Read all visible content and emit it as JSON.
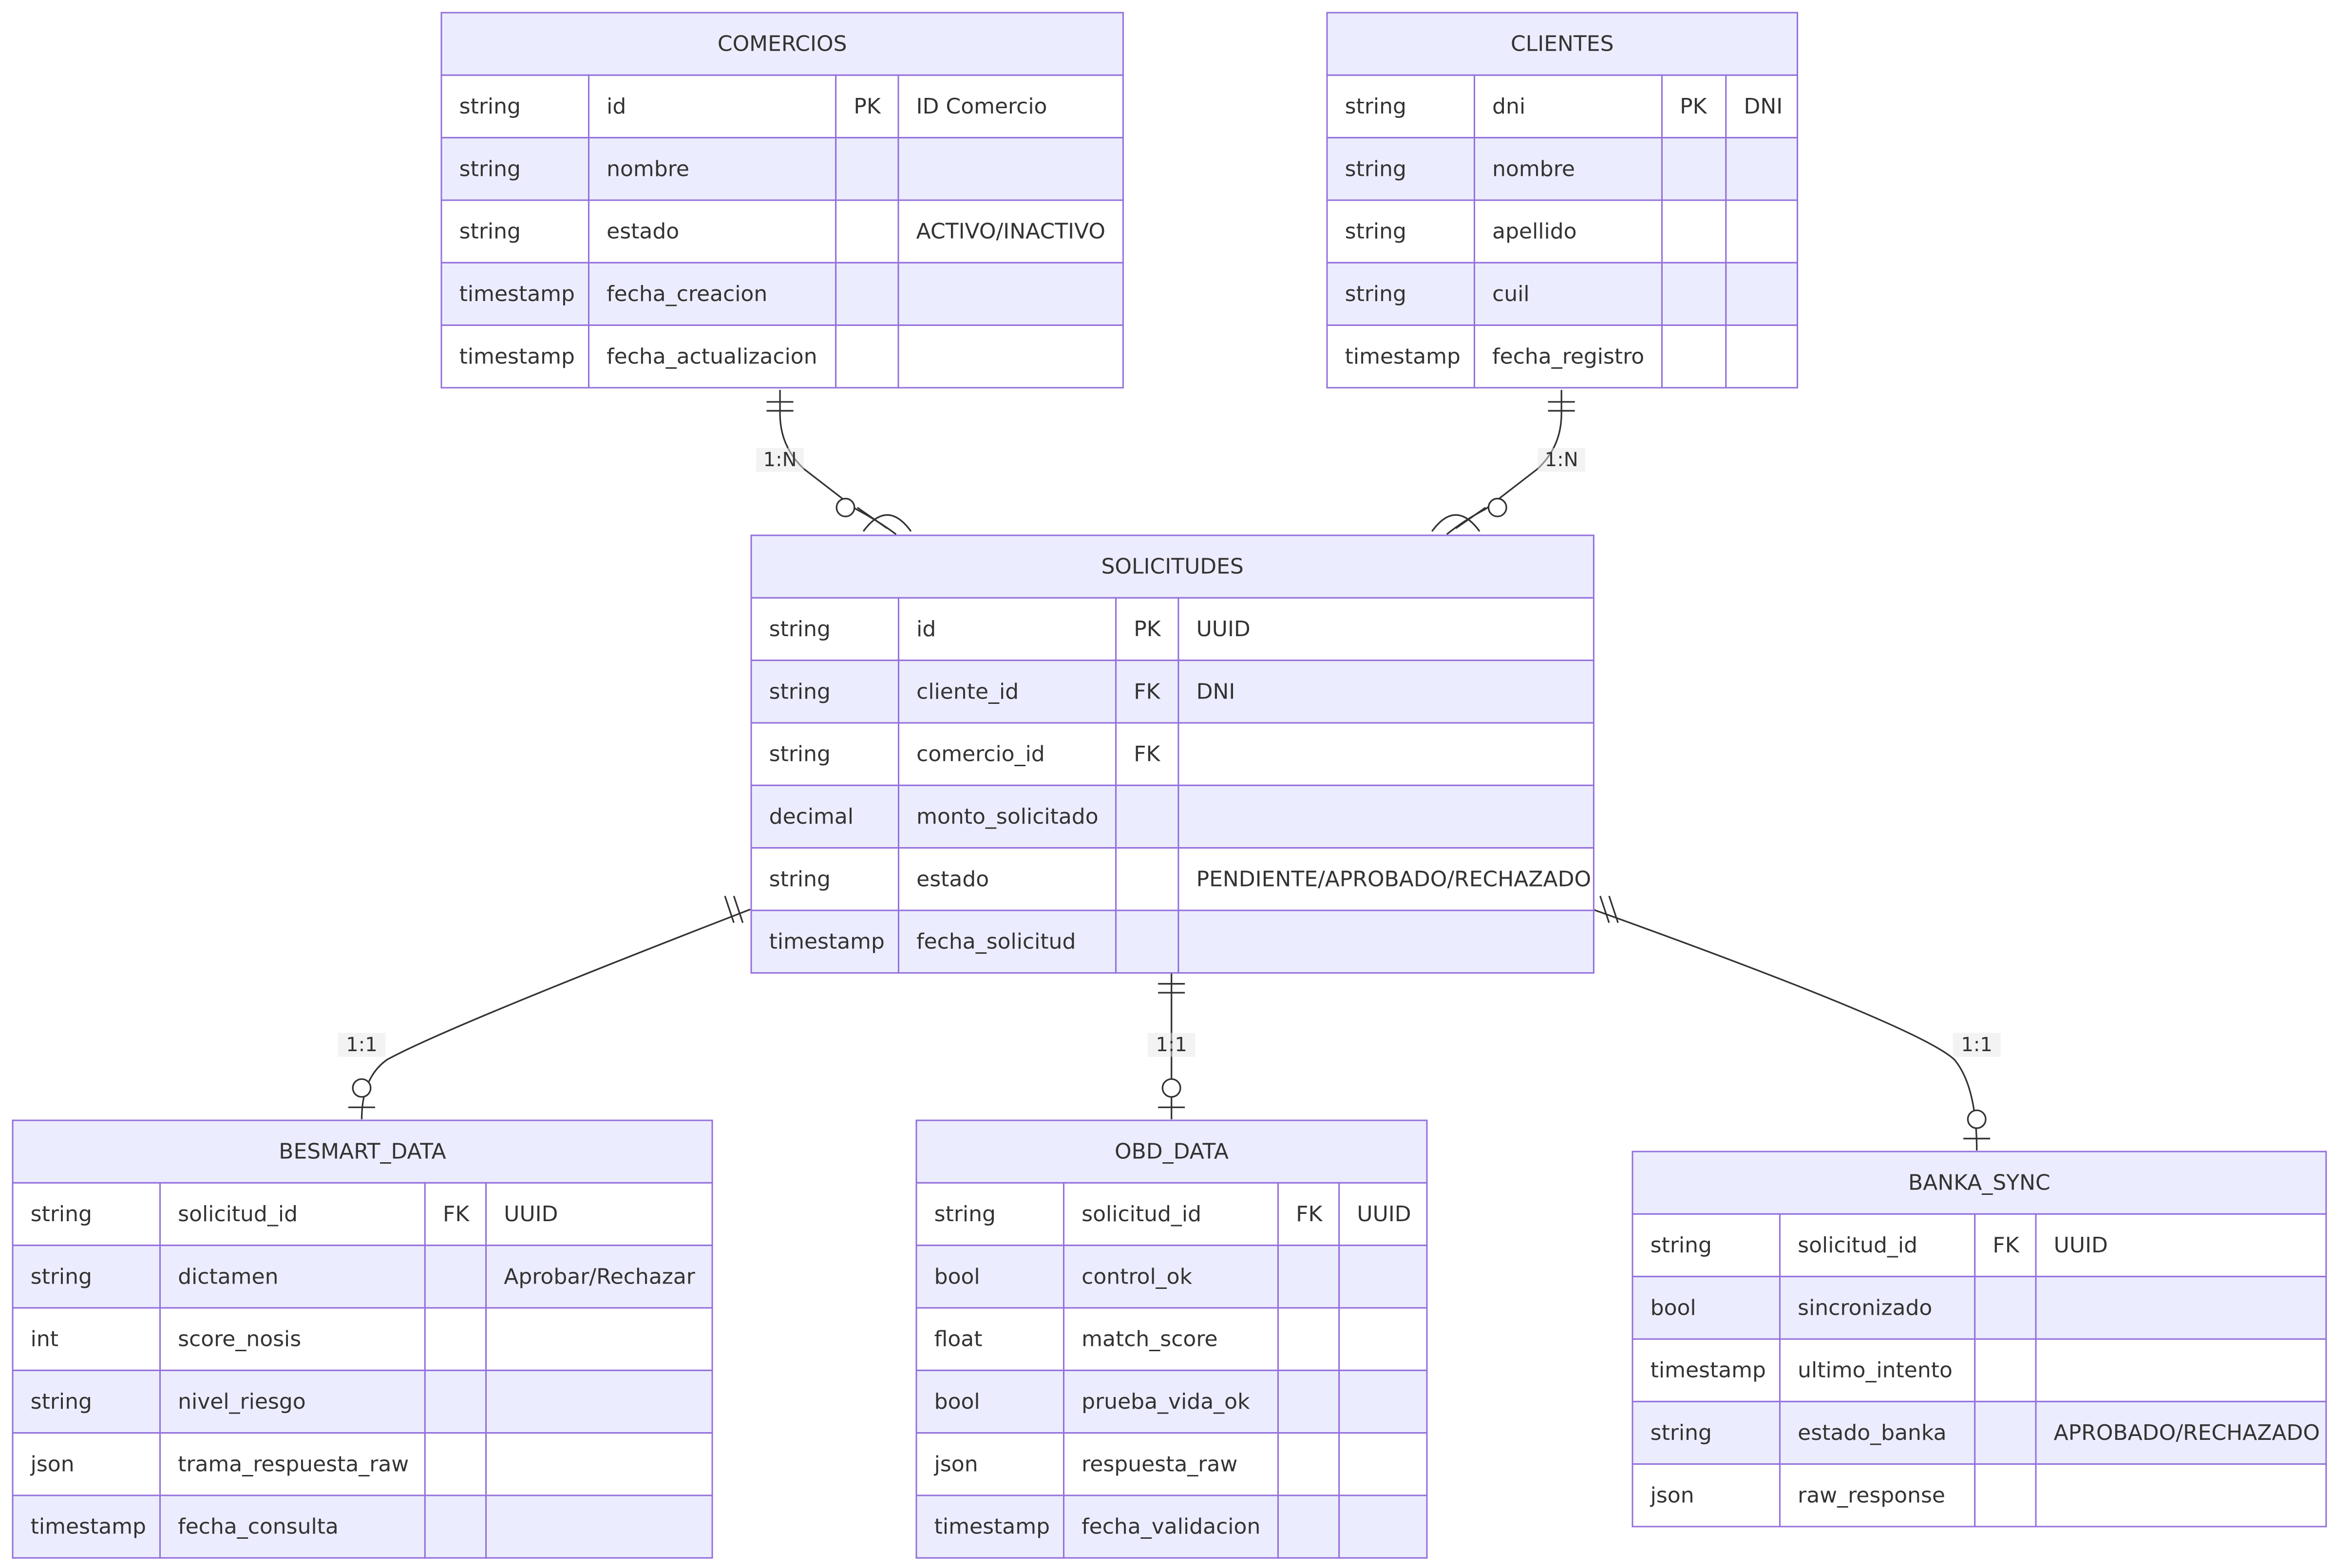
{
  "colors": {
    "entity_fill": "#ECECFF",
    "entity_fill_alt": "#F2F2FF",
    "row_fill": "#FFFFFF",
    "entity_stroke": "#9370DB",
    "line": "#333333",
    "text": "#333333"
  },
  "entities": [
    {
      "name": "COMERCIOS",
      "attributes": [
        [
          "string",
          "id",
          "PK",
          "ID Comercio"
        ],
        [
          "string",
          "nombre",
          "",
          ""
        ],
        [
          "string",
          "estado",
          "",
          "ACTIVO/INACTIVO"
        ],
        [
          "timestamp",
          "fecha_creacion",
          "",
          ""
        ],
        [
          "timestamp",
          "fecha_actualizacion",
          "",
          ""
        ]
      ]
    },
    {
      "name": "CLIENTES",
      "attributes": [
        [
          "string",
          "dni",
          "PK",
          "DNI"
        ],
        [
          "string",
          "nombre",
          "",
          ""
        ],
        [
          "string",
          "apellido",
          "",
          ""
        ],
        [
          "string",
          "cuil",
          "",
          ""
        ],
        [
          "timestamp",
          "fecha_registro",
          "",
          ""
        ]
      ]
    },
    {
      "name": "SOLICITUDES",
      "attributes": [
        [
          "string",
          "id",
          "PK",
          "UUID"
        ],
        [
          "string",
          "cliente_id",
          "FK",
          "DNI"
        ],
        [
          "string",
          "comercio_id",
          "FK",
          ""
        ],
        [
          "decimal",
          "monto_solicitado",
          "",
          ""
        ],
        [
          "string",
          "estado",
          "",
          "PENDIENTE/APROBADO/RECHAZADO"
        ],
        [
          "timestamp",
          "fecha_solicitud",
          "",
          ""
        ]
      ]
    },
    {
      "name": "BESMART_DATA",
      "attributes": [
        [
          "string",
          "solicitud_id",
          "FK",
          "UUID"
        ],
        [
          "string",
          "dictamen",
          "",
          "Aprobar/Rechazar"
        ],
        [
          "int",
          "score_nosis",
          "",
          ""
        ],
        [
          "string",
          "nivel_riesgo",
          "",
          ""
        ],
        [
          "json",
          "trama_respuesta_raw",
          "",
          ""
        ],
        [
          "timestamp",
          "fecha_consulta",
          "",
          ""
        ]
      ]
    },
    {
      "name": "OBD_DATA",
      "attributes": [
        [
          "string",
          "solicitud_id",
          "FK",
          "UUID"
        ],
        [
          "bool",
          "control_ok",
          "",
          ""
        ],
        [
          "float",
          "match_score",
          "",
          ""
        ],
        [
          "bool",
          "prueba_vida_ok",
          "",
          ""
        ],
        [
          "json",
          "respuesta_raw",
          "",
          ""
        ],
        [
          "timestamp",
          "fecha_validacion",
          "",
          ""
        ]
      ]
    },
    {
      "name": "BANKA_SYNC",
      "attributes": [
        [
          "string",
          "solicitud_id",
          "FK",
          "UUID"
        ],
        [
          "bool",
          "sincronizado",
          "",
          ""
        ],
        [
          "timestamp",
          "ultimo_intento",
          "",
          ""
        ],
        [
          "string",
          "estado_banka",
          "",
          "APROBADO/RECHAZADO"
        ],
        [
          "json",
          "raw_response",
          "",
          ""
        ]
      ]
    }
  ],
  "relationships": [
    {
      "from": "COMERCIOS",
      "to": "SOLICITUDES",
      "label": "1:N",
      "from_card": "exactly-one",
      "to_card": "zero-or-more"
    },
    {
      "from": "CLIENTES",
      "to": "SOLICITUDES",
      "label": "1:N",
      "from_card": "exactly-one",
      "to_card": "zero-or-more"
    },
    {
      "from": "SOLICITUDES",
      "to": "BESMART_DATA",
      "label": "1:1",
      "from_card": "exactly-one",
      "to_card": "zero-or-one"
    },
    {
      "from": "SOLICITUDES",
      "to": "OBD_DATA",
      "label": "1:1",
      "from_card": "exactly-one",
      "to_card": "zero-or-one"
    },
    {
      "from": "SOLICITUDES",
      "to": "BANKA_SYNC",
      "label": "1:1",
      "from_card": "exactly-one",
      "to_card": "zero-or-one"
    }
  ]
}
